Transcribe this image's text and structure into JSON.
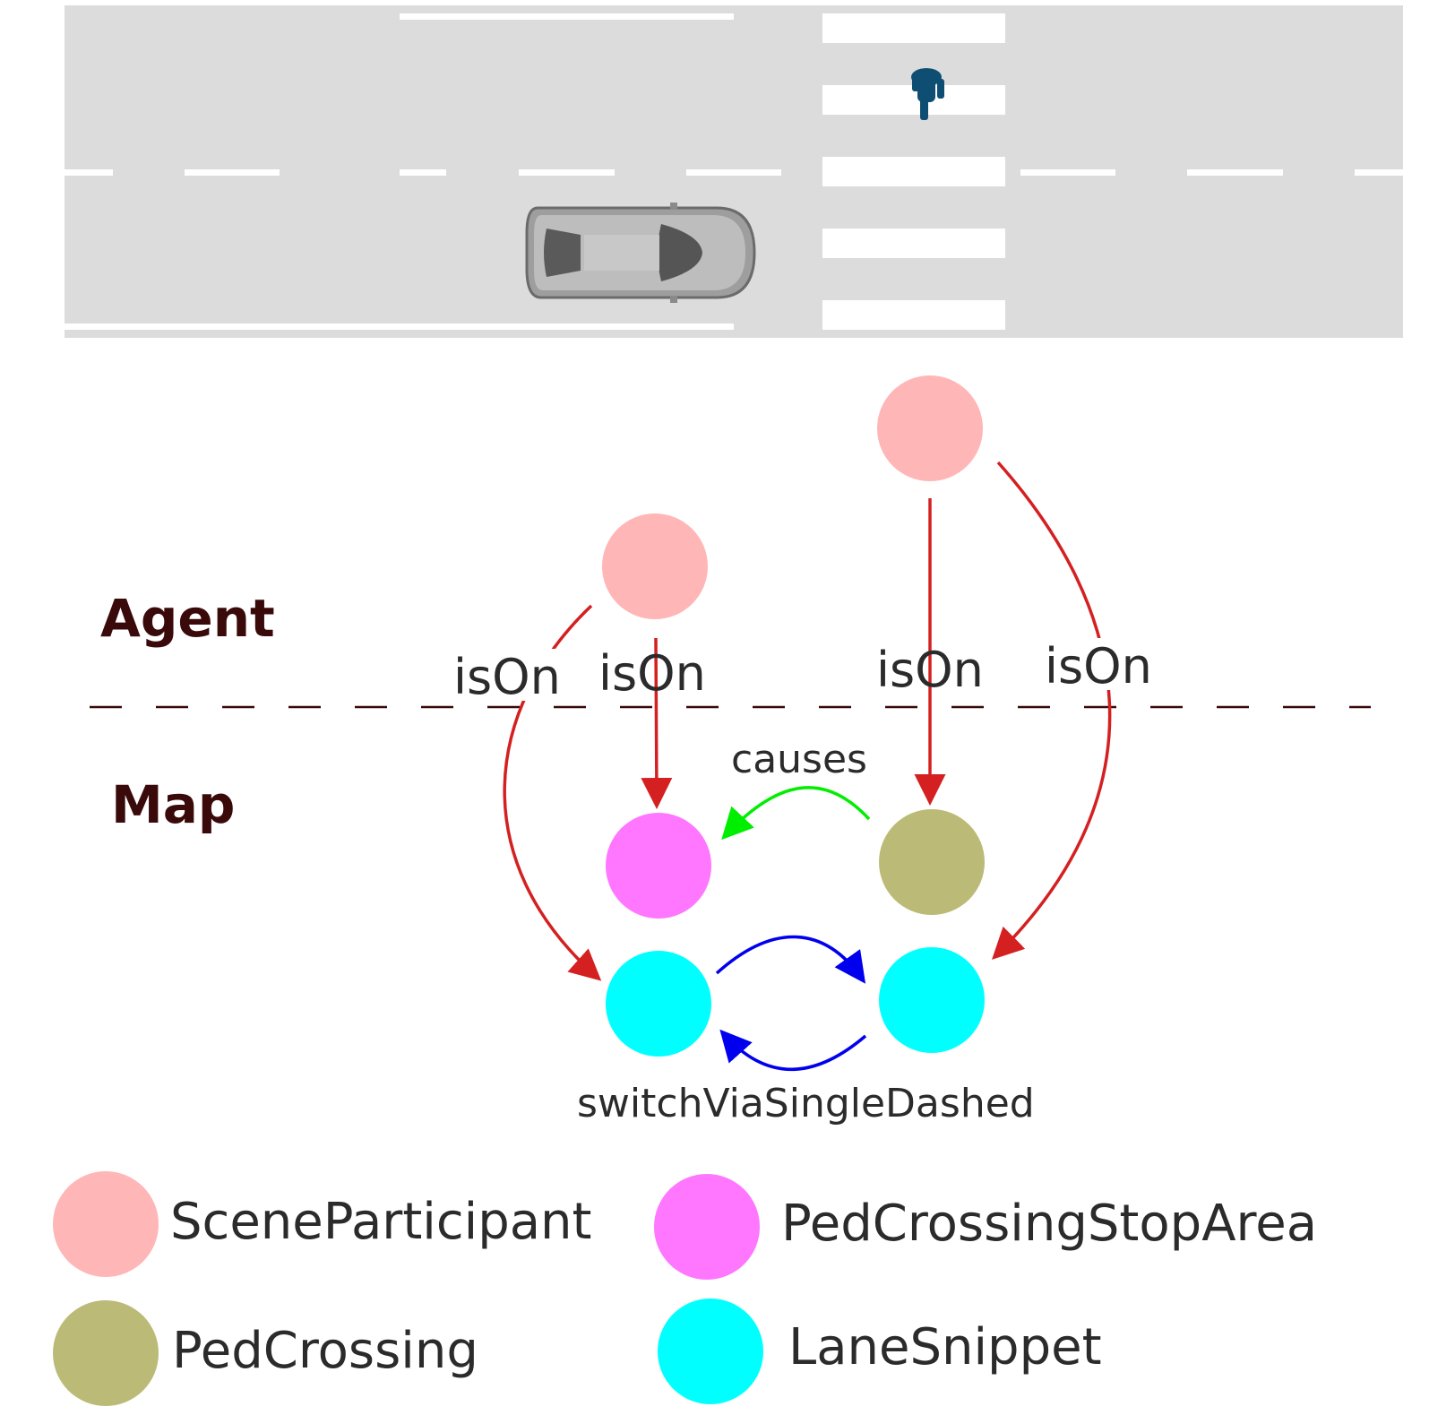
{
  "layers": {
    "agent": "Agent",
    "map": "Map"
  },
  "edges": {
    "is_on_1": "isOn",
    "is_on_2": "isOn",
    "is_on_3": "isOn",
    "is_on_4": "isOn",
    "causes": "causes",
    "switch": "switchViaSingleDashed"
  },
  "legend": [
    {
      "label": "SceneParticipant",
      "color": "#FFB6B6"
    },
    {
      "label": "PedCrossingStopArea",
      "color": "#FF77FF"
    },
    {
      "label": "PedCrossing",
      "color": "#BBBB77"
    },
    {
      "label": "LaneSnippet",
      "color": "#00FFFF"
    }
  ],
  "colors": {
    "road": "#DCDCDC",
    "is_on_edge": "#D42020",
    "causes_edge": "#00EE00",
    "switch_edge": "#0000EE",
    "pedestrian": "#0F4E73"
  }
}
